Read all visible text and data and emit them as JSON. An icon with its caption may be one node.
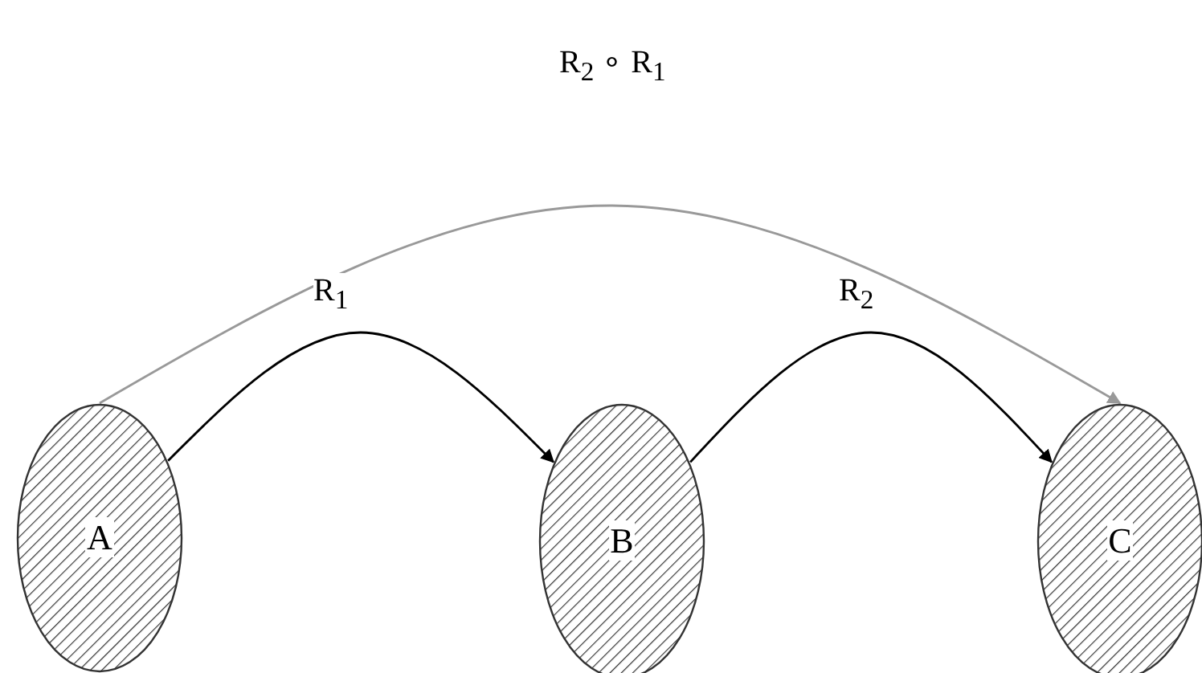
{
  "diagram": {
    "nodes": [
      {
        "text": [
          "A"
        ]
      },
      {
        "text": [
          "B"
        ]
      },
      {
        "text": [
          "C"
        ]
      }
    ],
    "edges": [
      {
        "from": 0,
        "to": 1,
        "arrow": "to",
        "label": "R$_{1}$"
      },
      {
        "from": 1,
        "to": 2,
        "arrow": "to",
        "label": "R$_{2}$"
      },
      {
        "from": 0,
        "to": 2,
        "arrow": "to",
        "label": "R$_{2}$ ∘ R$_{1}$",
        "color": "#999999"
      }
    ]
  }
}
